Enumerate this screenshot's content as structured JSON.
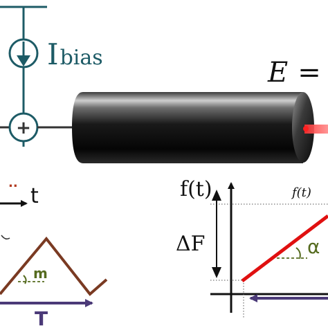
{
  "circuit": {
    "bias_label_main": "I",
    "bias_label_sub": "bias",
    "summing_symbol": "+",
    "teal_color": "#1d5b66"
  },
  "laser": {
    "equation_lhs": "E",
    "equation_op": "=",
    "beam_color": "#e03030"
  },
  "modulation": {
    "dots": "..",
    "time_label": "t",
    "slope_label": "m",
    "period_label": "T",
    "wave_color": "#7a3a22",
    "period_arrow_color": "#4b3a78",
    "slope_color": "#556b1f"
  },
  "frequency_plot": {
    "ylabel": "f(t)",
    "curve_label": "f(t)",
    "delta_label": "ΔF",
    "angle_label": "α",
    "line_color": "#e01010",
    "angle_color": "#556b1f",
    "arrow_color": "#4b3a78"
  }
}
